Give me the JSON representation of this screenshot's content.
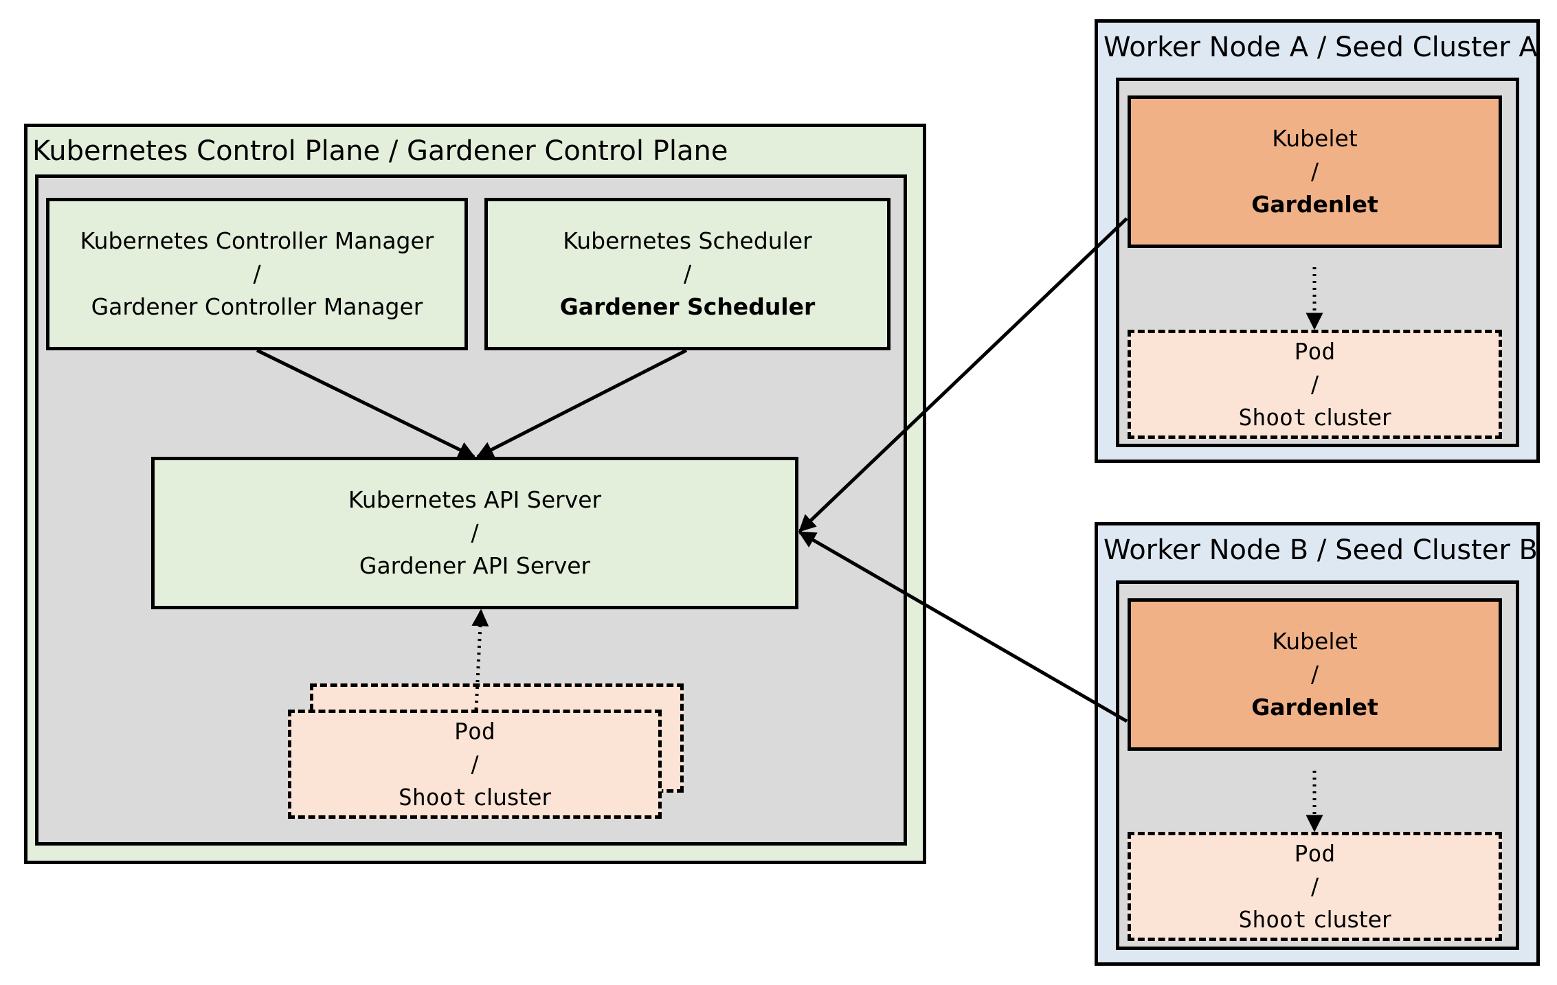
{
  "control_plane": {
    "title": "Kubernetes Control Plane / Gardener Control Plane",
    "controller_manager": {
      "line1": "Kubernetes Controller Manager",
      "sep": "/",
      "line2": "Gardener Controller Manager"
    },
    "scheduler": {
      "line1": "Kubernetes Scheduler",
      "sep": "/",
      "line2": "Gardener Scheduler"
    },
    "api_server": {
      "line1": "Kubernetes API Server",
      "sep": "/",
      "line2": "Gardener API Server"
    },
    "pod": {
      "line1": "Pod",
      "sep": "/",
      "mono": "Shoot",
      "text": "cluster"
    }
  },
  "worker_a": {
    "title": "Worker Node A / Seed Cluster A",
    "agent": {
      "line1": "Kubelet",
      "sep": "/",
      "line2": "Gardenlet"
    },
    "pod": {
      "line1": "Pod",
      "sep": "/",
      "mono": "Shoot",
      "text": "cluster"
    }
  },
  "worker_b": {
    "title": "Worker Node B / Seed Cluster B",
    "agent": {
      "line1": "Kubelet",
      "sep": "/",
      "line2": "Gardenlet"
    },
    "pod": {
      "line1": "Pod",
      "sep": "/",
      "mono": "Shoot",
      "text": "cluster"
    }
  },
  "colors": {
    "control_plane_bg": "#e3eedb",
    "worker_bg": "#dde8f3",
    "inner_bg": "#dadada",
    "agent_bg": "#f1b187",
    "pod_bg": "#fbe3d5"
  }
}
